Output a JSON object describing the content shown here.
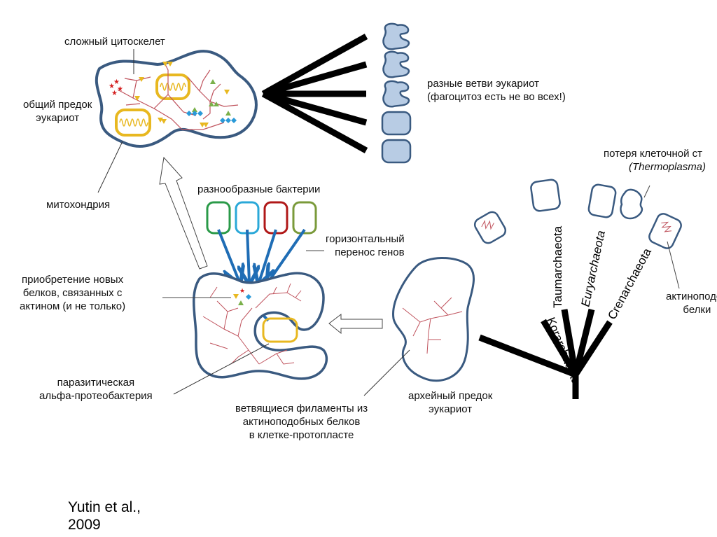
{
  "labels": {
    "complex_cytoskeleton": "сложный цитоскелет",
    "common_ancestor_line1": "общий предок",
    "common_ancestor_line2": "эукариот",
    "mitochondria": "митохондрия",
    "euk_branches_line1": "разные ветви эукариот",
    "euk_branches_line2": "(фагоцитоз есть не во всех!)",
    "cell_wall_loss_line1": "потеря клеточной ст",
    "cell_wall_loss_line2": "(Thermoplasma)",
    "diverse_bacteria": "разнообразные бактерии",
    "hgt_line1": "горизонтальный",
    "hgt_line2": "перенос генов",
    "new_proteins_line1": "приобретение новых",
    "new_proteins_line2": "белков, связанных с",
    "new_proteins_line3": "актином (и не только)",
    "parasitic_line1": "паразитическая",
    "parasitic_line2": "альфа-протеобактерия",
    "filaments_line1": "ветвящиеся филаменты из",
    "filaments_line2": "актиноподобных белков",
    "filaments_line3": "в клетке-протопласте",
    "archaeal_ancestor_line1": "архейный предок",
    "archaeal_ancestor_line2": "эукариот",
    "actin_like_line1": "актиноподоб",
    "actin_like_line2": "белки"
  },
  "taxa": {
    "korarchaeota": "Korarchaeota",
    "taumarchaeota": "Taumarchaeota",
    "euryarchaeota": "Euryarchaeota",
    "crenarchaeota": "Crenarchaeota"
  },
  "citation": {
    "line1": "Yutin et al.,",
    "line2": "2009"
  },
  "colors": {
    "membrane": "#3a5a80",
    "filament": "#c0545e",
    "mitochondria": "#e8b820",
    "hgt_arrow": "#1f6db5",
    "euk_cell_fill": "#b8cce4",
    "bacteria": [
      "#2a9a48",
      "#2aa8d8",
      "#b01818",
      "#7a9a3a"
    ]
  }
}
